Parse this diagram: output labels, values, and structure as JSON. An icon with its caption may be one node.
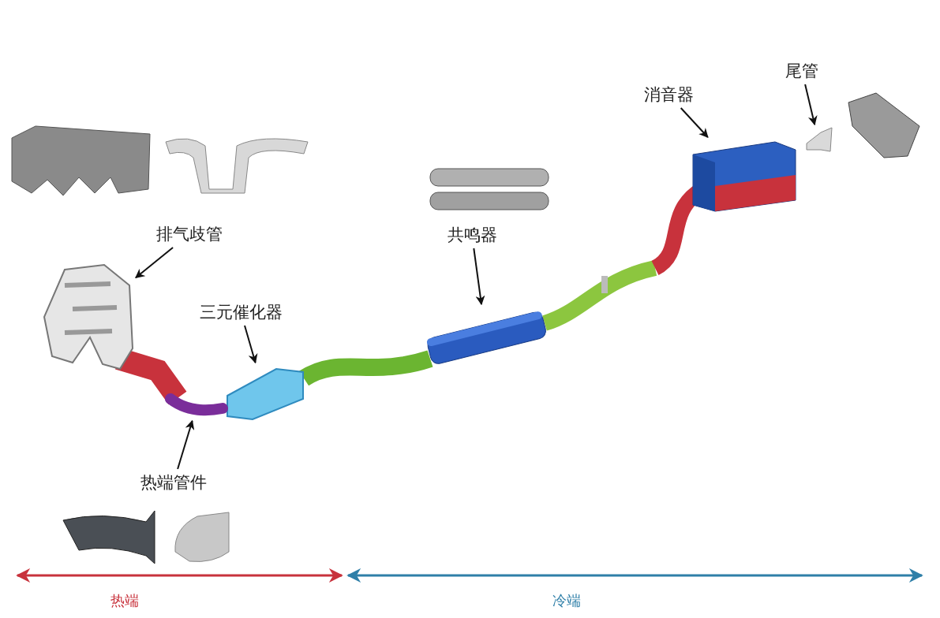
{
  "diagram": {
    "nodes": [
      {
        "text": [
          "尾管"
        ]
      },
      {
        "text": [
          "消音器"
        ]
      },
      {
        "text": [
          "排气歧管"
        ]
      },
      {
        "text": [
          "共鸣器"
        ]
      },
      {
        "text": [
          "三元催化器"
        ]
      },
      {
        "text": [
          "热端管件"
        ]
      },
      {
        "text": [],
        "shape": "picture"
      },
      {
        "text": [],
        "shape": "picture"
      },
      {
        "text": [],
        "shape": "picture"
      },
      {
        "text": [],
        "shape": "picture"
      },
      {
        "text": [],
        "shape": "picture"
      },
      {
        "text": [],
        "shape": "picture"
      }
    ],
    "edges": [
      {
        "from": 0,
        "to": 6,
        "arrow": "to"
      },
      {
        "from": 1,
        "to": 7,
        "arrow": "to"
      },
      {
        "from": 2,
        "to": 9,
        "arrow": "to"
      },
      {
        "from": 3,
        "to": 8,
        "arrow": "to"
      },
      {
        "from": 4,
        "to": 10,
        "arrow": "to"
      },
      {
        "from": 5,
        "to": 11,
        "arrow": "to"
      }
    ],
    "labels": [
      "热端",
      "冷端"
    ]
  }
}
